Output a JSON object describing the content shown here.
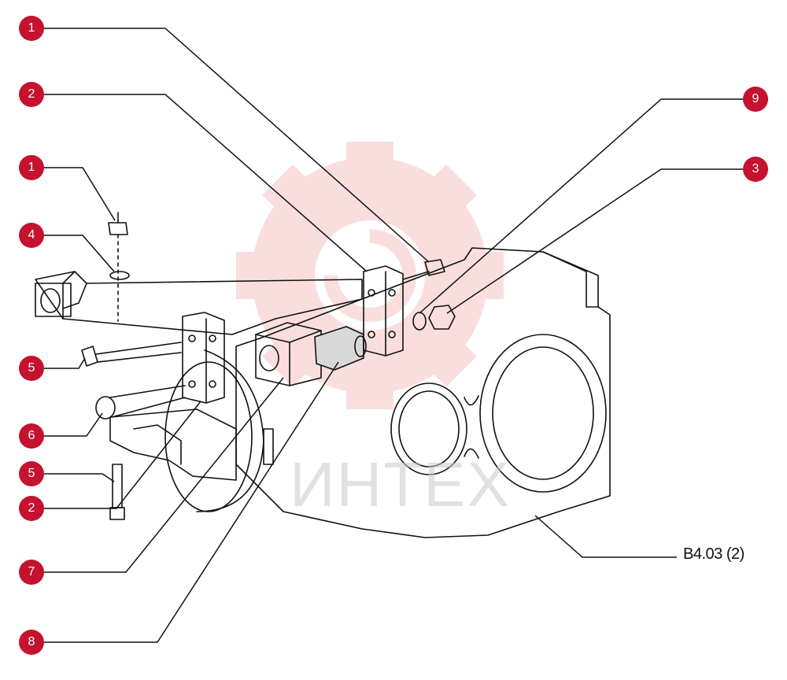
{
  "diagram": {
    "callouts": [
      {
        "id": "c1a",
        "label": "1"
      },
      {
        "id": "c2a",
        "label": "2"
      },
      {
        "id": "c1b",
        "label": "1"
      },
      {
        "id": "c4",
        "label": "4"
      },
      {
        "id": "c5a",
        "label": "5"
      },
      {
        "id": "c6",
        "label": "6"
      },
      {
        "id": "c5b",
        "label": "5"
      },
      {
        "id": "c2b",
        "label": "2"
      },
      {
        "id": "c7",
        "label": "7"
      },
      {
        "id": "c8",
        "label": "8"
      },
      {
        "id": "c9",
        "label": "9"
      },
      {
        "id": "c3",
        "label": "3"
      }
    ],
    "figure_code": "B4.03 (2)",
    "watermark_text": "ИНТЕХ",
    "colors": {
      "badge": "#c4122f",
      "line": "#111111",
      "watermark": "#f4b8b8"
    }
  }
}
